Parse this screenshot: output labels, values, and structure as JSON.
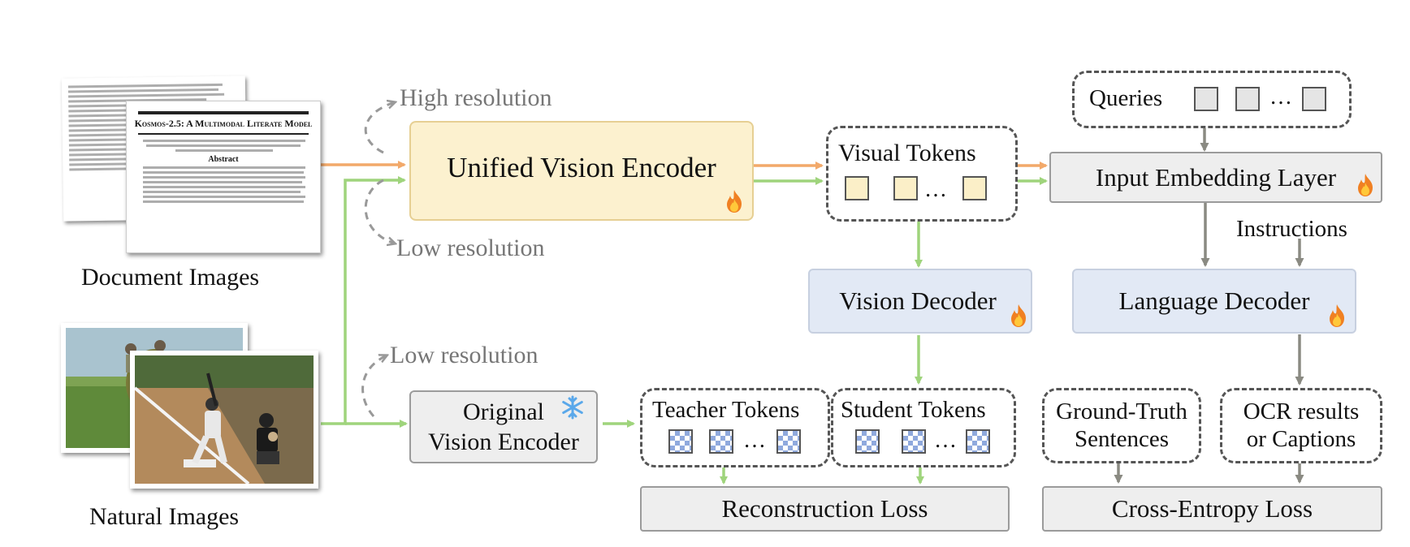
{
  "inputs": {
    "document_label": "Document Images",
    "natural_label": "Natural Images",
    "paper_title": "Kosmos-2.5: A Multimodal Literate Model",
    "paper_subtitle": "Abstract"
  },
  "resolution": {
    "high": "High resolution",
    "low_doc": "Low resolution",
    "low_nat": "Low resolution"
  },
  "encoders": {
    "unified": "Unified Vision Encoder",
    "original_line1": "Original",
    "original_line2": "Vision Encoder"
  },
  "tokens": {
    "visual": "Visual Tokens",
    "teacher": "Teacher Tokens",
    "student": "Student Tokens",
    "ellipsis": "…"
  },
  "decoders": {
    "vision": "Vision Decoder",
    "language": "Language Decoder"
  },
  "embedding": {
    "queries": "Queries",
    "layer": "Input Embedding Layer",
    "instructions": "Instructions"
  },
  "targets": {
    "gt_line1": "Ground-Truth",
    "gt_line2": "Sentences",
    "ocr_line1": "OCR results",
    "ocr_line2": "or Captions"
  },
  "losses": {
    "reconstruction": "Reconstruction Loss",
    "cross_entropy": "Cross-Entropy Loss"
  },
  "colors": {
    "orange_arrow": "#f2a96a",
    "green_arrow": "#9fd47c",
    "gray_arrow": "#8a8a82",
    "encoder_fill": "#fcf1cf",
    "decoder_fill": "#e2e9f5",
    "loss_fill": "#eeeeee"
  },
  "icons": {
    "trainable": "fire-icon",
    "frozen": "snowflake-icon"
  }
}
